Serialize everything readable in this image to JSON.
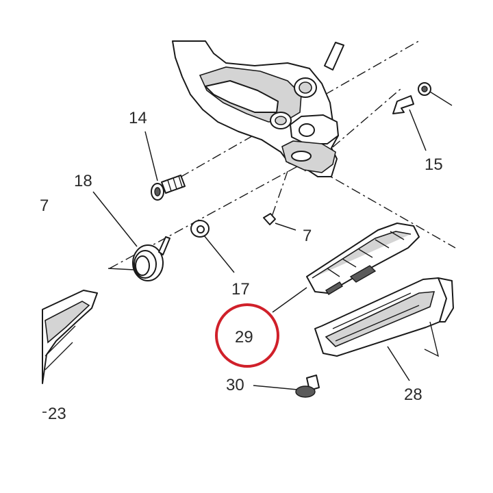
{
  "labels": {
    "p14": "14",
    "p15": "15",
    "p18": "18",
    "p7a": "7",
    "p7b": "7",
    "p17": "17",
    "p29": "29",
    "p30": "30",
    "p28": "28",
    "p23": "23"
  },
  "colors": {
    "highlight": "#d0202a",
    "line": "#1a1a1a",
    "shade": "#d4d4d4"
  },
  "highlighted_part": "29"
}
